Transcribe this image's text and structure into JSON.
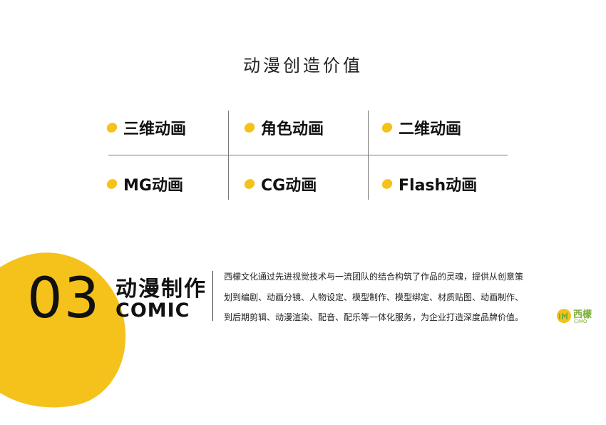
{
  "page": {
    "title": "动漫创造价值"
  },
  "categories": [
    {
      "label": "三维动画"
    },
    {
      "label": "角色动画"
    },
    {
      "label": "二维动画"
    },
    {
      "label": "MG动画"
    },
    {
      "label": "CG动画"
    },
    {
      "label": "Flash动画"
    }
  ],
  "section": {
    "number": "03",
    "title_cn": "动漫制作",
    "title_en": "COMIC",
    "description_lines": [
      "西檬文化通过先进视觉技术与一流团队的结合构筑了作品的灵魂，提供从创意策",
      "划到编剧、动画分镜、人物设定、模型制作、模型绑定、材质贴图、动画制作、",
      "到后期剪辑、动漫渲染、配音、配乐等一体化服务，为企业打造深度品牌价值。"
    ]
  },
  "logo": {
    "name_cn": "西檬",
    "name_en": "CIMO"
  },
  "colors": {
    "accent_yellow": "#F5C21B",
    "text_dark": "#111111",
    "grid_line": "#7a7a7a",
    "logo_green": "#7cae3a"
  },
  "icons": {
    "bullet": "yellow-lemon-dot-icon",
    "logo": "cimo-logo-icon"
  }
}
